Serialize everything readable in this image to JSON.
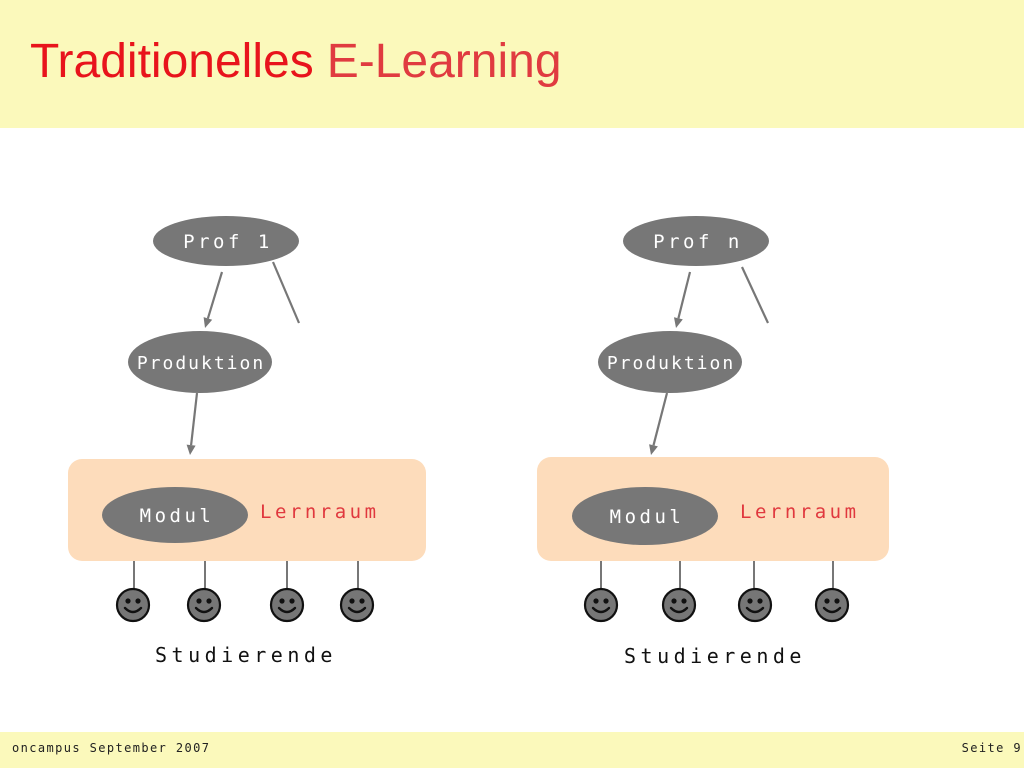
{
  "slide": {
    "title_part1": "Traditionelles",
    "title_part2": "E-Learning",
    "footer_left": "oncampus September 2007",
    "footer_right": "Seite 9"
  },
  "diagrams": [
    {
      "prof": "Prof 1",
      "production": "Produktion",
      "module": "Modul",
      "learning_space": "Lernraum",
      "students": "Studierende"
    },
    {
      "prof": "Prof n",
      "production": "Produktion",
      "module": "Modul",
      "learning_space": "Lernraum",
      "students": "Studierende"
    }
  ],
  "icons": {
    "student": "smiley-icon"
  },
  "colors": {
    "title_primary": "#E8141C",
    "title_secondary": "#E03B40",
    "header_background": "#FBF9BB",
    "node_gray": "#777777",
    "space_background": "#FDDCBB",
    "space_label": "#E0383E"
  }
}
